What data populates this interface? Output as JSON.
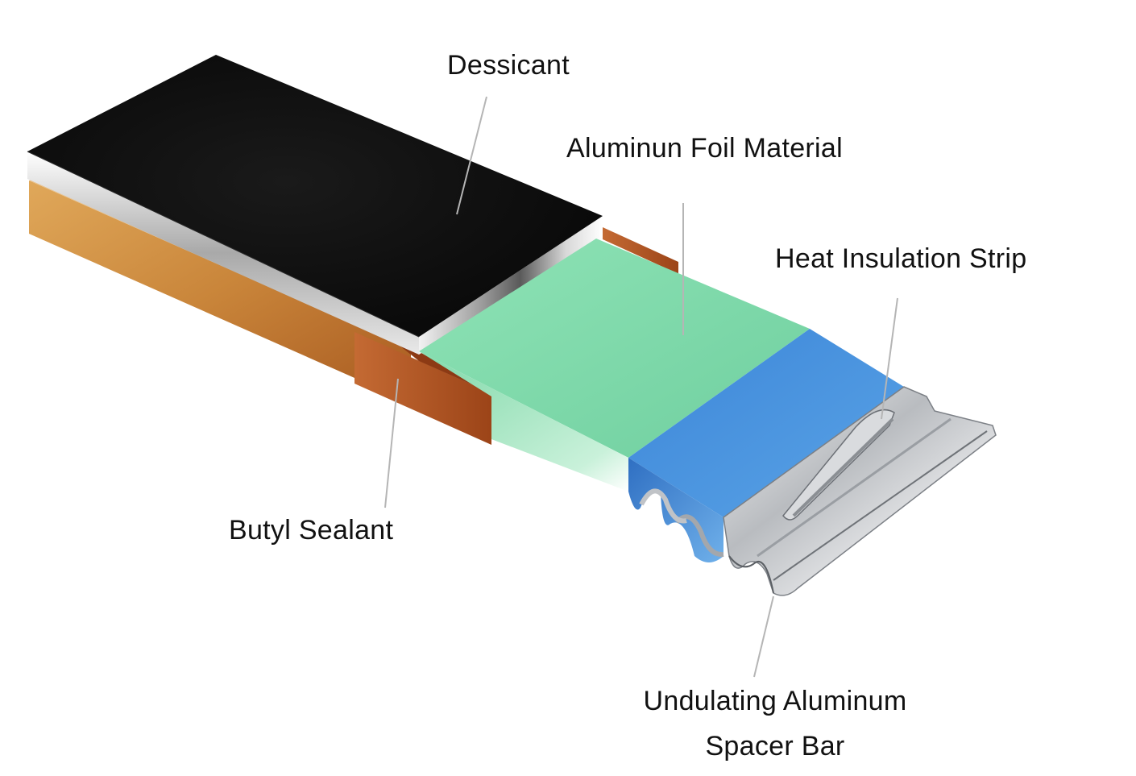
{
  "labels": {
    "dessicant": "Dessicant",
    "aluminum_foil": "Aluminun Foil Material",
    "heat_insulation": "Heat Insulation Strip",
    "butyl_sealant": "Butyl Sealant",
    "spacer_bar_line1": "Undulating Aluminum",
    "spacer_bar_line2": "Spacer Bar"
  },
  "colors": {
    "dessicant": "#111111",
    "aluminum_foil": "#7fd8a8",
    "heat_insulation": "#3f86d6",
    "butyl_sealant": "#b0521e",
    "butyl_sealant_side": "#d99a45",
    "spacer_bar": "#c9ccd0",
    "leader_line": "#b5b5b5"
  }
}
